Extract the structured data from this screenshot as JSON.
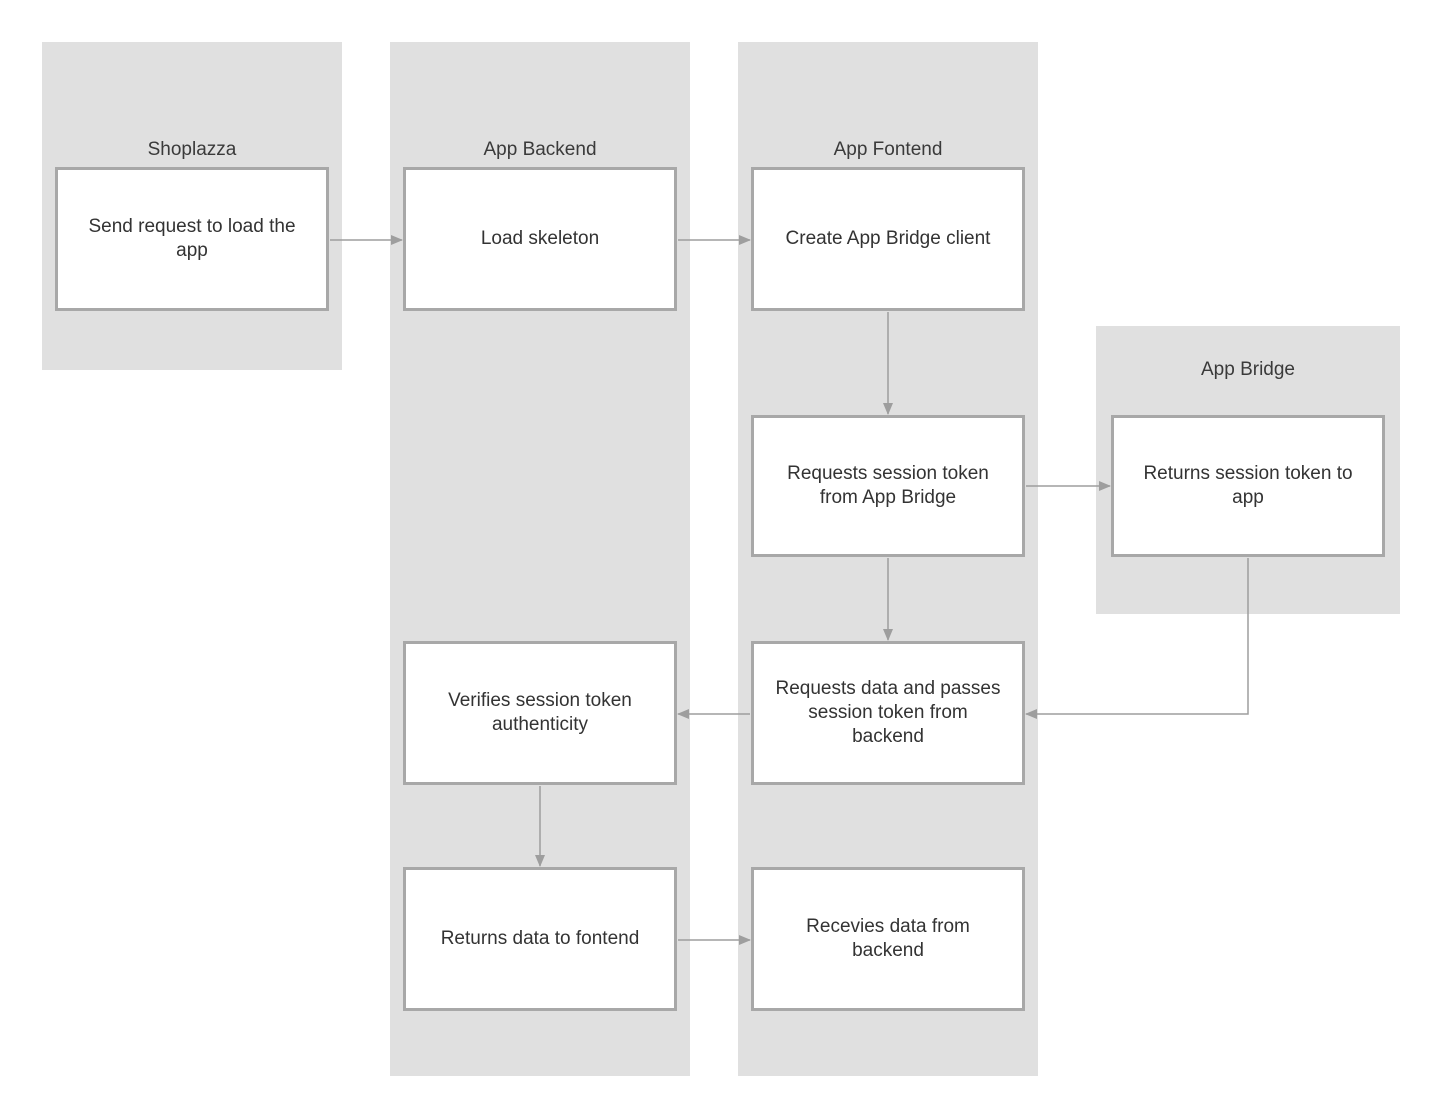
{
  "colors": {
    "lane": "#e0e0e0",
    "node_border": "#a8a8a8",
    "edge": "#9e9e9e",
    "text": "#333333"
  },
  "lanes": {
    "shoplazza": {
      "title": "Shoplazza"
    },
    "backend": {
      "title": "App Backend"
    },
    "frontend": {
      "title": "App Fontend"
    },
    "bridge": {
      "title": "App Bridge"
    }
  },
  "nodes": {
    "send_request": "Send request to load the app",
    "load_skeleton": "Load skeleton",
    "create_client": "Create App Bridge client",
    "request_token": "Requests session token from App Bridge",
    "return_token": "Returns session token to app",
    "request_data": "Requests data and passes session token from backend",
    "verify_token": "Verifies session token authenticity",
    "return_data": "Returns data to fontend",
    "receive_data": "Recevies data from backend"
  },
  "edges": [
    {
      "from": "send_request",
      "to": "load_skeleton"
    },
    {
      "from": "load_skeleton",
      "to": "create_client"
    },
    {
      "from": "create_client",
      "to": "request_token"
    },
    {
      "from": "request_token",
      "to": "return_token"
    },
    {
      "from": "request_token",
      "to": "request_data"
    },
    {
      "from": "return_token",
      "to": "request_data"
    },
    {
      "from": "request_data",
      "to": "verify_token"
    },
    {
      "from": "verify_token",
      "to": "return_data"
    },
    {
      "from": "return_data",
      "to": "receive_data"
    }
  ]
}
